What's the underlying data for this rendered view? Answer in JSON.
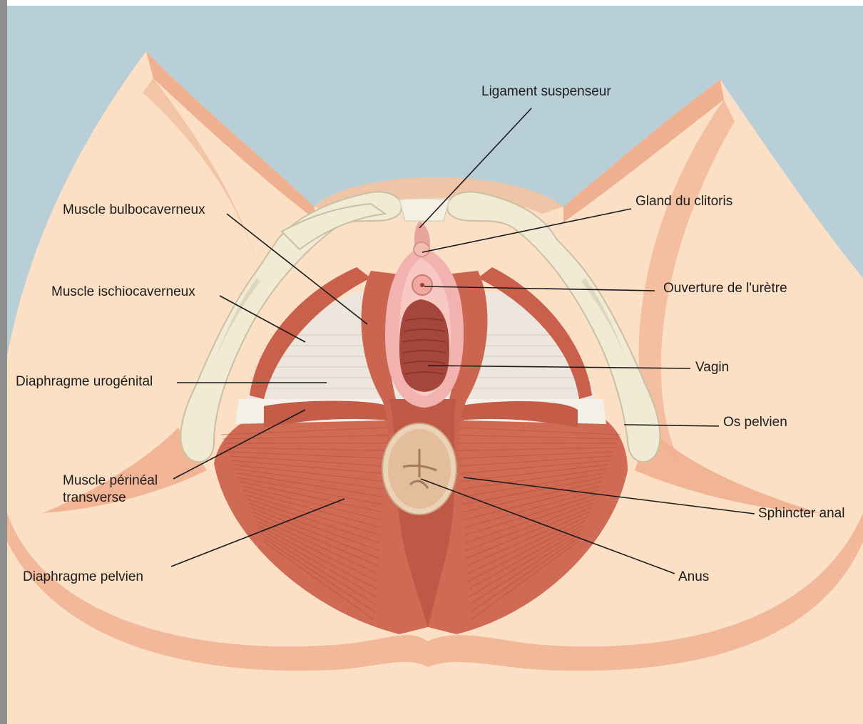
{
  "diagram": {
    "labels": {
      "ligament_suspenseur": "Ligament suspenseur",
      "gland_clitoris": "Gland du clitoris",
      "muscle_bulbocaverneux": "Muscle bulbocaverneux",
      "ouverture_uretre": "Ouverture de l'urètre",
      "muscle_ischiocaverneux": "Muscle ischiocaverneux",
      "vagin": "Vagin",
      "diaphragme_urogenital": "Diaphragme urogénital",
      "os_pelvien": "Os pelvien",
      "muscle_perineal_line1": "Muscle périnéal",
      "muscle_perineal_line2": "transverse",
      "sphincter_anal": "Sphincter anal",
      "diaphragme_pelvien": "Diaphragme pelvien",
      "anus": "Anus"
    },
    "colors": {
      "background": "#b9cfd8",
      "skin": "#fbe0c6",
      "skin_shadow": "#efb090",
      "muscle": "#cf6a54",
      "muscle_fiber": "#b24a3a",
      "bone": "#f1ebd6",
      "bone_shadow": "#d9d2b6",
      "membrane": "#ece6de",
      "mucosa": "#f2b3b0",
      "vagina_inner": "#a5463d",
      "anus": "#e3bd9c"
    }
  }
}
